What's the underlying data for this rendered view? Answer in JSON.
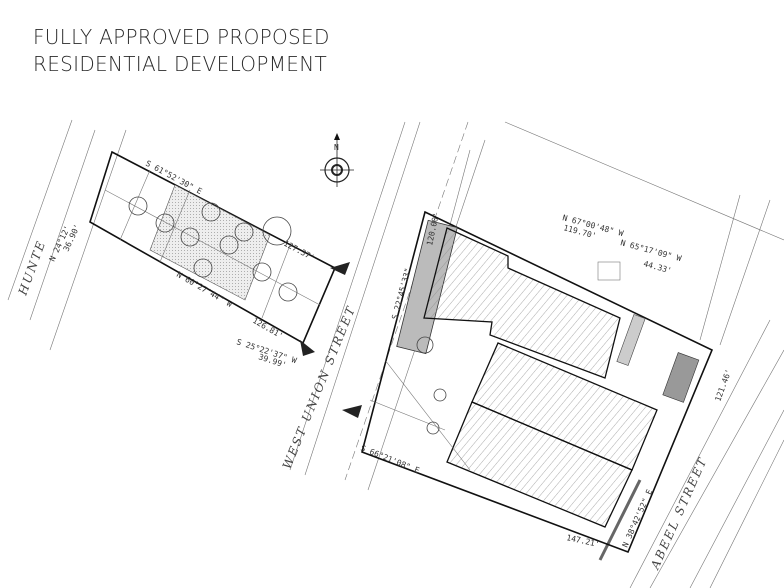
{
  "title": {
    "line1": "FULLY APPROVED PROPOSED",
    "line2": "RESIDENTIAL DEVELOPMENT"
  },
  "compass": {
    "north_label": "N"
  },
  "streets": {
    "hunte": "HUNTE",
    "west_union": "WEST UNION STREET",
    "abeel": "ABEEL STREET"
  },
  "bearings": {
    "left_top": "S 61°52'30\" E",
    "left_top_dist": "127.37'",
    "left_bottom": "N 60°27'44\" W",
    "left_bottom_dist": "126.81'",
    "left_right": "S 25°22'37\" W",
    "left_right_dist": "39.99'",
    "left_left": "N 24°12'",
    "left_left_dist": "36.90'",
    "right_top1": "N 67°00'48\" W",
    "right_top1_dist": "119.70'",
    "right_top2": "N 65°17'09\" W",
    "right_top2_dist": "44.33'",
    "right_left_dist": "120.00'",
    "right_left": "S 22°45'33\"",
    "right_right_dist": "121.46'",
    "right_bottom": "S 66°21'08\" E",
    "right_bottom_dist": "147.21'",
    "abeel_line": "N 38°42'52\" E"
  }
}
